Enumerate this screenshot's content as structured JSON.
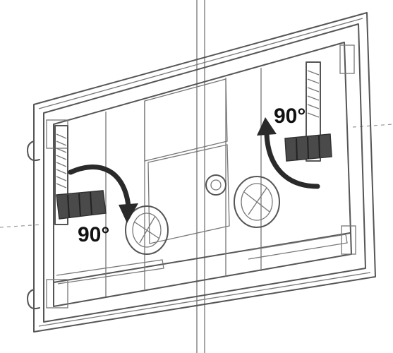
{
  "labels": {
    "left_angle": "90°",
    "right_angle": "90°"
  },
  "colors": {
    "line": "#555555",
    "arrow_fill": "#2a2a2a",
    "lever_fill": "#4a4a4a",
    "text": "#111111"
  },
  "icons": {
    "left_rotation": "curved-arrow-down-right",
    "right_rotation": "curved-arrow-up-left"
  }
}
